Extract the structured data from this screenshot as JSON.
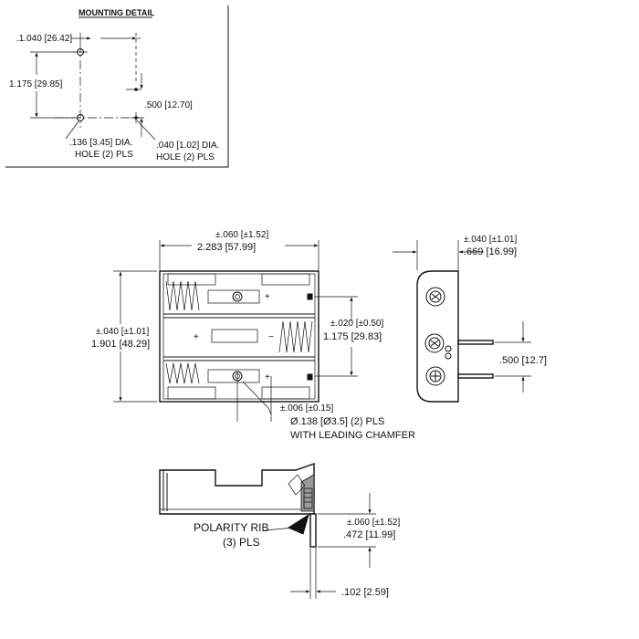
{
  "mounting_detail": {
    "title": "MOUNTING DETAIL",
    "dim_width": ".1.040 [26.42]",
    "dim_height": "1.175 [29.85]",
    "dim_offset": ".500 [12.70]",
    "hole_large_line1": ".136 [3.45] DIA.",
    "hole_large_line2": "HOLE (2) PLS",
    "hole_small_line1": ".040 [1.02] DIA.",
    "hole_small_line2": "HOLE (2) PLS"
  },
  "front_view": {
    "width_tol": "±.060 [±1.52]",
    "width": "2.283 [57.99]",
    "height_tol": "±.040 [±1.01]",
    "height": "1.901 [48.29]",
    "contact_spacing_tol": "±.020 [±0.50]",
    "contact_spacing": "1.175 [29.83]",
    "hole_tol": "±.006 [±0.15]",
    "hole_line1": "Ø.138 [Ø3.5] (2) PLS",
    "hole_line2": "WITH LEADING CHAMFER",
    "plus_sign": "+",
    "minus_sign": "−"
  },
  "side_view": {
    "depth_tol": "±.040 [±1.01]",
    "depth": ".669 [16.99]",
    "pin_spacing": ".500 [12.7]"
  },
  "bottom_view": {
    "rib_line1": "POLARITY RIB",
    "rib_line2": "(3) PLS",
    "pin_length_tol": "±.060 [±1.52]",
    "pin_length": ".472 [11.99]",
    "pin_width": ".102 [2.59]"
  }
}
